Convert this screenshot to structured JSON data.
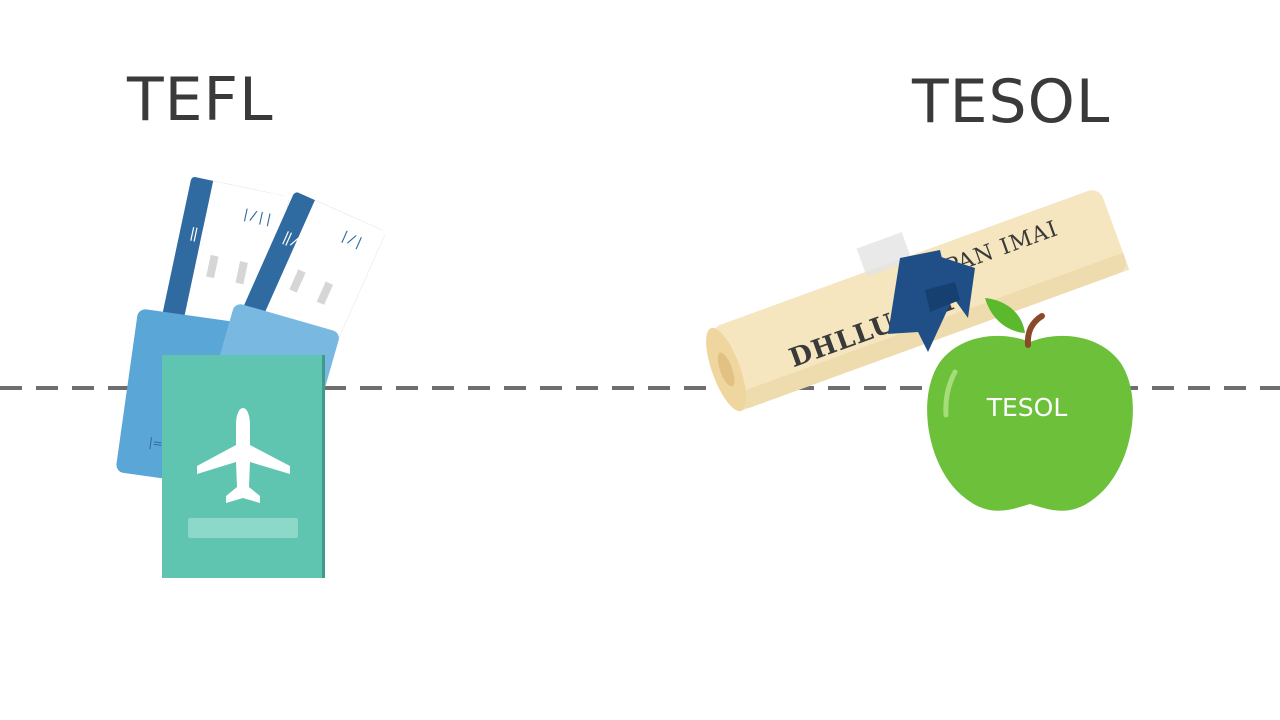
{
  "left": {
    "heading": "TEFL",
    "illustration": "travel-passport-and-boarding-passes-icon"
  },
  "right": {
    "heading": "TESOL",
    "illustration": "diploma-scroll-and-apple-icon",
    "diploma_text_upper": "PAN IMAI",
    "diploma_text_lower": "DHLLUEMIV",
    "apple_label": "TESOL"
  },
  "colors": {
    "heading": "#3a3a3a",
    "divider": "#6e6e6e",
    "passport": "#5fc4b0",
    "ticket_blue": "#2f6aa0",
    "card_blue": "#5aa6d6",
    "scroll": "#f6e6c0",
    "ribbon": "#1f4f86",
    "apple": "#6cc03a",
    "leaf": "#5cb92e",
    "stem": "#8a4a2a"
  }
}
